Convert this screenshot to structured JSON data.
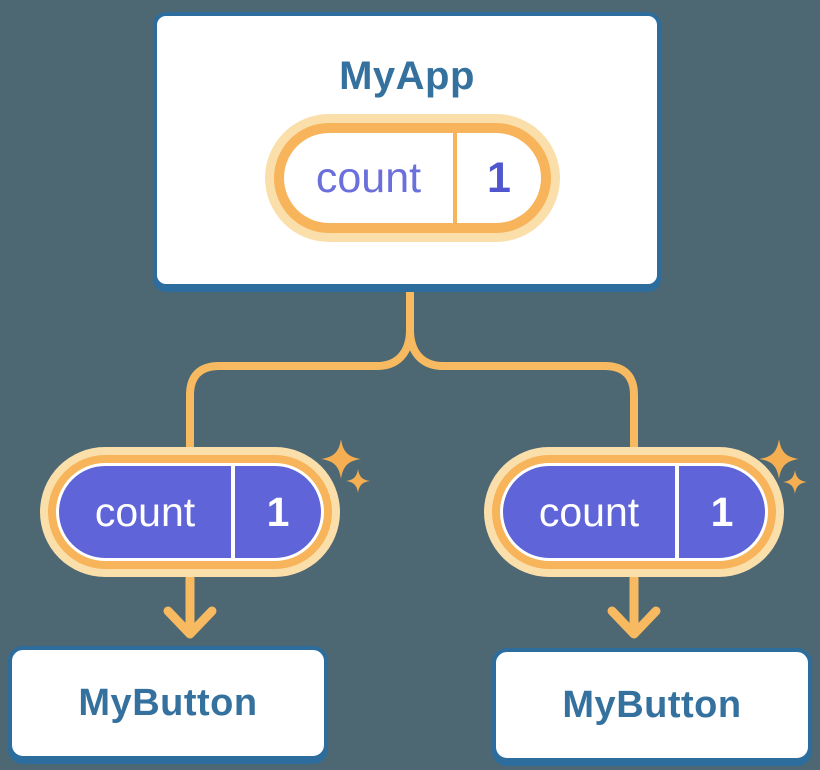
{
  "diagram": {
    "root": {
      "title": "MyApp",
      "state_pill": {
        "label": "count",
        "value": "1"
      }
    },
    "children": [
      {
        "title": "MyButton",
        "prop_pill": {
          "label": "count",
          "value": "1"
        }
      },
      {
        "title": "MyButton",
        "prop_pill": {
          "label": "count",
          "value": "1"
        }
      }
    ]
  },
  "icons": {
    "sparkles": "sparkles-icon",
    "arrow": "arrow-down-icon"
  },
  "colors": {
    "background": "#4d6773",
    "card_fill": "#ffffff",
    "card_border_blue": "#2d6d9e",
    "title_blue": "#35719e",
    "connector_orange": "#f7ba60",
    "ring_orange": "#f7b45a",
    "ring_peach": "#fbdfab",
    "pill_purple": "#5f64d9",
    "pill_text_purple": "#6b6fdc",
    "pill_value_purple": "#5156ce",
    "sparkle_orange": "#f6ae52"
  }
}
